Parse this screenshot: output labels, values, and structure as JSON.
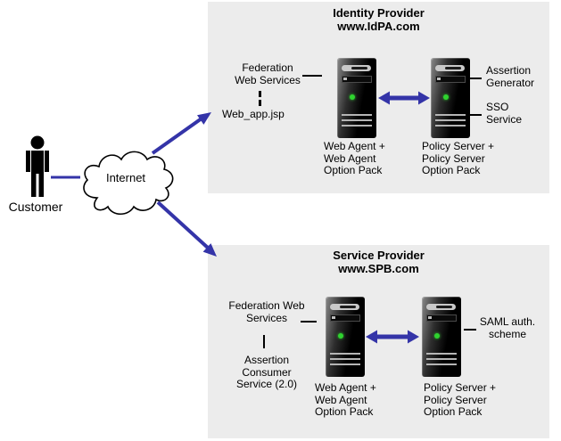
{
  "colors": {
    "arrow_blue": "#3434a8",
    "panel_gray": "#ececec",
    "led_green": "#2fd32f",
    "text": "#000000"
  },
  "customer": {
    "label": "Customer"
  },
  "internet": {
    "label": "Internet"
  },
  "idp": {
    "title": [
      "Identity Provider",
      "www.IdPA.com"
    ],
    "federation_label": [
      "Federation",
      "Web Services"
    ],
    "web_app_label": "Web_app.jsp",
    "assertion_generator_label": [
      "Assertion",
      "Generator"
    ],
    "sso_service_label": [
      "SSO",
      "Service"
    ],
    "web_agent_caption": [
      "Web Agent +",
      "Web Agent",
      "Option Pack"
    ],
    "policy_server_caption": [
      "Policy Server +",
      "Policy Server",
      "Option Pack"
    ]
  },
  "sp": {
    "title": [
      "Service Provider",
      "www.SPB.com"
    ],
    "federation_label": [
      "Federation Web",
      "Services"
    ],
    "acs_label": [
      "Assertion",
      "Consumer",
      "Service (2.0)"
    ],
    "saml_label": [
      "SAML auth.",
      "scheme"
    ],
    "web_agent_caption": [
      "Web Agent +",
      "Web Agent",
      "Option Pack"
    ],
    "policy_server_caption": [
      "Policy Server +",
      "Policy Server",
      "Option Pack"
    ]
  }
}
